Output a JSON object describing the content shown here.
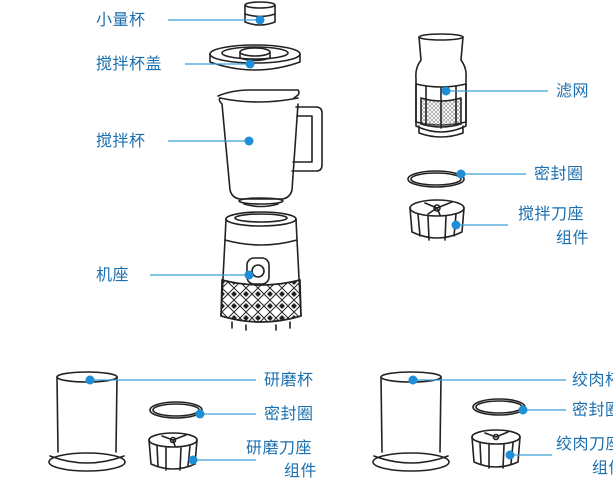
{
  "labels": {
    "small_cup": "小量杯",
    "lid": "搅拌杯盖",
    "jar": "搅拌杯",
    "base": "机座",
    "strainer": "滤网",
    "seal_1": "密封圈",
    "blade_1_line1": "搅拌刀座",
    "blade_1_line2": "组件",
    "grinder_cup": "研磨杯",
    "seal_2": "密封圈",
    "blade_2_line1": "研磨刀座",
    "blade_2_line2": "组件",
    "mincer_cup": "绞肉杯",
    "seal_3": "密封圈",
    "blade_3_line1": "绞肉刀座",
    "blade_3_line2": "组件"
  },
  "colors": {
    "label_text": "#1a6fb0",
    "leader_line": "#3aa0d8",
    "dot": "#1e8fd6",
    "drawing_stroke": "#222222"
  }
}
